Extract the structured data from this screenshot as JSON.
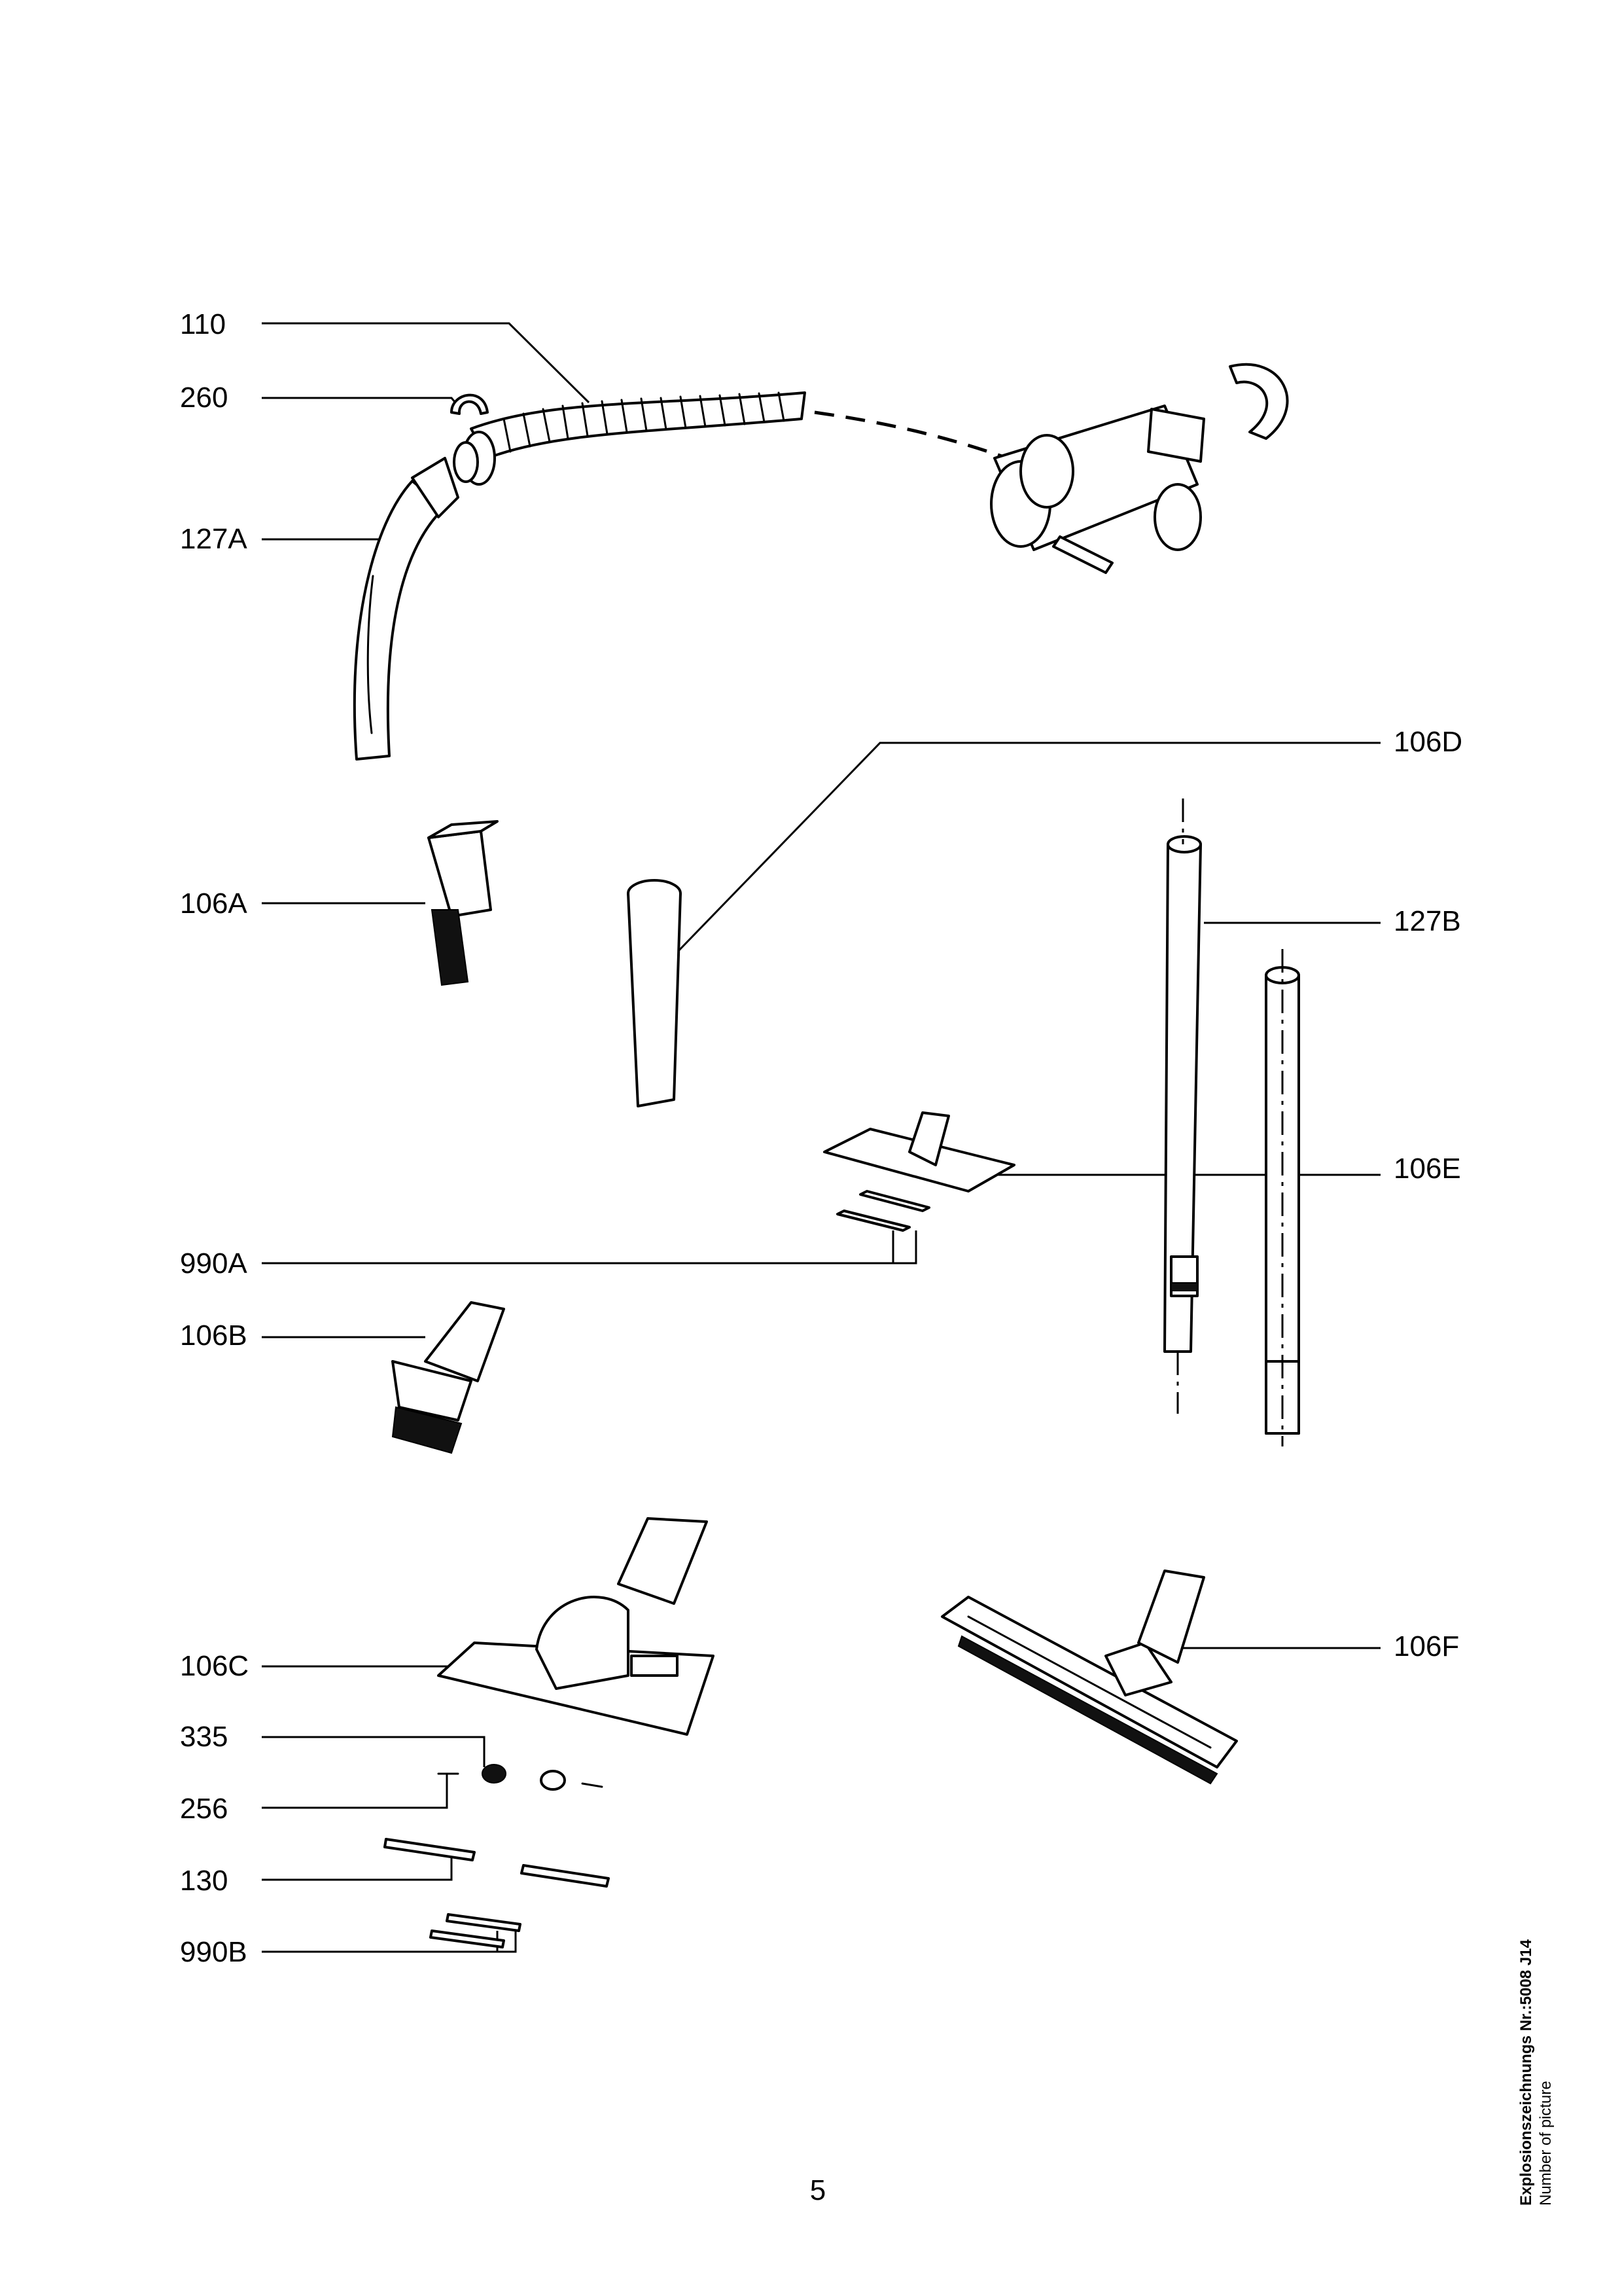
{
  "labels": {
    "l110": "110",
    "l260": "260",
    "l127A": "127A",
    "l106D": "106D",
    "l106A": "106A",
    "l127B": "127B",
    "l106E": "106E",
    "l990A": "990A",
    "l106B": "106B",
    "l106C": "106C",
    "l106F": "106F",
    "l335": "335",
    "l256": "256",
    "l130": "130",
    "l990B": "990B"
  },
  "side_note": {
    "title": "Explosionszeichnungs Nr.:5008  J14",
    "subtitle": "Number of picture"
  },
  "page_number": "5"
}
